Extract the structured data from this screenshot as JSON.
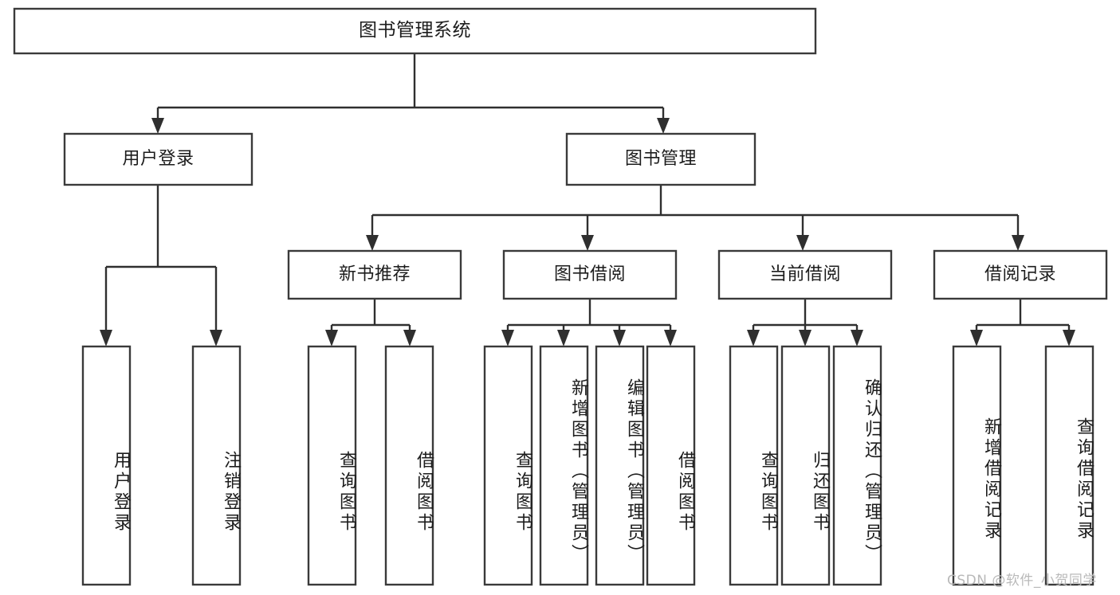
{
  "diagram": {
    "title": "图书管理系统",
    "type": "hierarchy-tree",
    "root": {
      "label": "图书管理系统",
      "level": 0
    },
    "level2": [
      {
        "label": "用户登录"
      },
      {
        "label": "图书管理"
      }
    ],
    "level3": [
      {
        "label": "新书推荐"
      },
      {
        "label": "图书借阅"
      },
      {
        "label": "当前借阅"
      },
      {
        "label": "借阅记录"
      }
    ],
    "leaves": {
      "user_login": [
        {
          "label": "用户登录"
        },
        {
          "label": "注销登录"
        }
      ],
      "new_book_recommend": [
        {
          "label": "查询图书"
        },
        {
          "label": "借阅图书"
        }
      ],
      "book_borrow": [
        {
          "label": "查询图书"
        },
        {
          "label": "新增图书（管理员）"
        },
        {
          "label": "编辑图书（管理员）"
        },
        {
          "label": "借阅图书"
        }
      ],
      "current_borrow": [
        {
          "label": "查询图书"
        },
        {
          "label": "归还图书"
        },
        {
          "label": "确认归还（管理员）"
        }
      ],
      "borrow_record": [
        {
          "label": "新增借阅记录"
        },
        {
          "label": "查询借阅记录"
        }
      ]
    }
  },
  "watermark": {
    "text": "CSDN @软件_小贺同学"
  },
  "colors": {
    "box_stroke": "#3a3a3a",
    "connector": "#2f2f2f",
    "background": "#ffffff",
    "text": "#1c1c1c",
    "watermark": "#b9b9b9"
  }
}
